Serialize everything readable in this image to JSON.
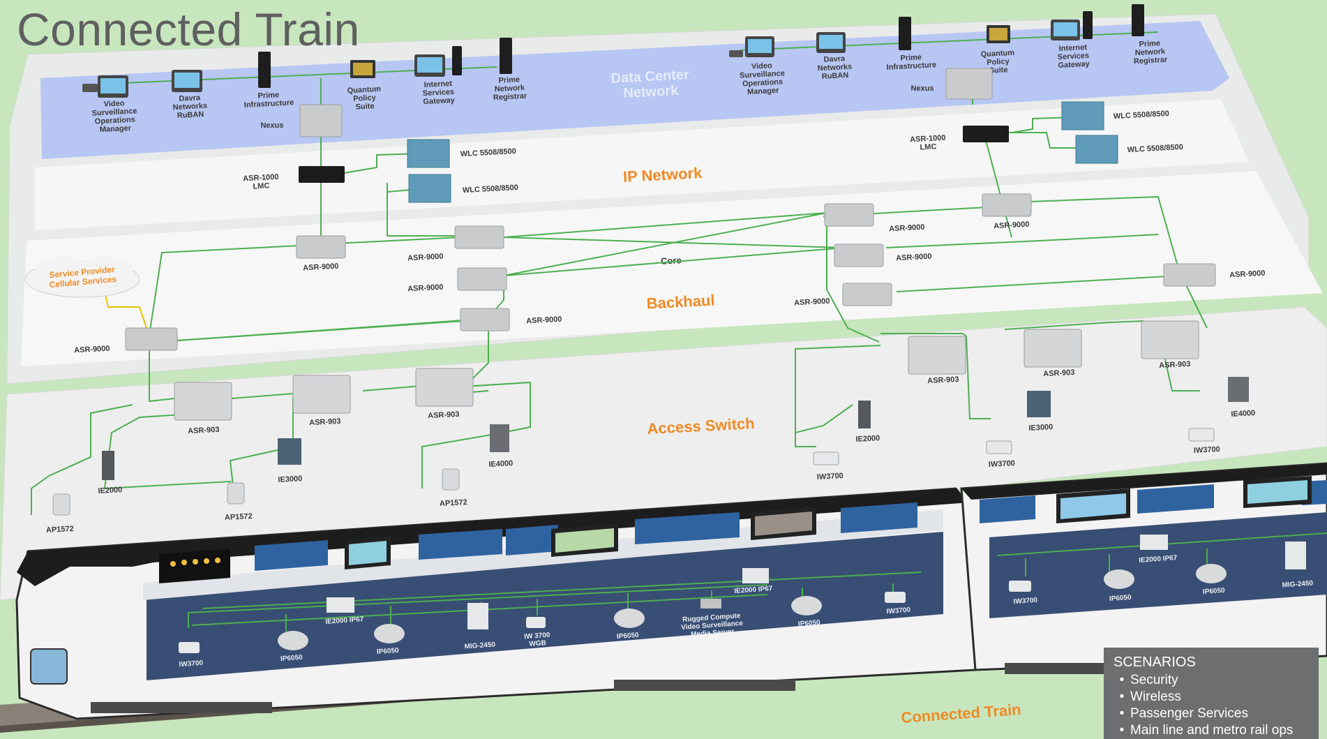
{
  "title": "Connected Train",
  "zones": {
    "data_center": "Data Center\nNetwork",
    "ip_network": "IP Network",
    "core": "Core",
    "backhaul": "Backhaul",
    "access_switch": "Access Switch",
    "train": "Connected Train"
  },
  "cloud": "Service Provider\nCellular Services",
  "dc_left": [
    {
      "label": "Video\nSurveillance\nOperations\nManager",
      "icon": "monitor-icon"
    },
    {
      "label": "Davra\nNetworks\nRuBAN",
      "icon": "monitor-icon"
    },
    {
      "label": "Prime\nInfrastructure",
      "icon": "server-tower-icon"
    },
    {
      "label": "Quantum\nPolicy\nSuite",
      "icon": "laptop-icon"
    },
    {
      "label": "Internet\nServices\nGateway",
      "icon": "monitor-icon"
    },
    {
      "label": "Prime\nNetwork\nRegistrar",
      "icon": "server-tower-icon"
    }
  ],
  "dc_right": [
    {
      "label": "Video\nSurveillance\nOperations\nManager",
      "icon": "monitor-icon"
    },
    {
      "label": "Davra\nNetworks\nRuBAN",
      "icon": "monitor-icon"
    },
    {
      "label": "Prime\nInfrastructure",
      "icon": "server-tower-icon"
    },
    {
      "label": "Quantum\nPolicy\nSuite",
      "icon": "laptop-icon"
    },
    {
      "label": "Internet\nServices\nGateway",
      "icon": "monitor-icon"
    },
    {
      "label": "Prime\nNetwork\nRegistrar",
      "icon": "server-tower-icon"
    }
  ],
  "labels": {
    "nexus": "Nexus",
    "asr1000": "ASR-1000\nLMC",
    "wlc": "WLC 5508/8500",
    "asr9000": "ASR-9000",
    "asr903": "ASR-903",
    "ie2000": "IE2000",
    "ie3000": "IE3000",
    "ie4000": "IE4000",
    "ap1572": "AP1572",
    "iw3700": "IW3700"
  },
  "train_devices": {
    "iw3700": "IW3700",
    "ip6050": "IP6050",
    "ie2000ip67": "IE2000 IP67",
    "mig2450": "MIG-2450",
    "iw3700wgb": "IW 3700\nWGB",
    "rugged": "Rugged Compute\nVideo Surveillance\nMedia Server"
  },
  "scenarios": {
    "heading": "SCENARIOS",
    "items": [
      "Security",
      "Wireless",
      "Passenger Services",
      "Main line and metro rail ops"
    ]
  },
  "colors": {
    "link": "#4caf50",
    "accent": "#f08a24",
    "dc_band": "#b7c6f3",
    "background": "#c7e6bd",
    "train_body": "#394e74"
  }
}
